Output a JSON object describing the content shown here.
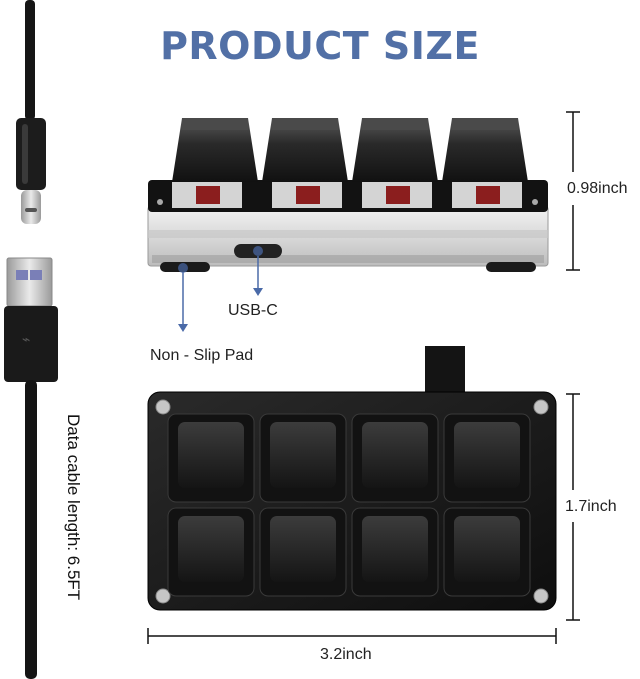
{
  "title": "PRODUCT SIZE",
  "dimensions": {
    "height": "0.98inch",
    "depth": "1.7inch",
    "width": "3.2inch"
  },
  "callouts": {
    "port": "USB-C",
    "pad": "Non - Slip Pad"
  },
  "cable_label": "Data cable length: 6.5FT",
  "colors": {
    "title": "#5270a6",
    "callout_line": "#4a6aa8",
    "keycap": "#1b1b1b",
    "switch_stem": "#8b1e1e"
  }
}
